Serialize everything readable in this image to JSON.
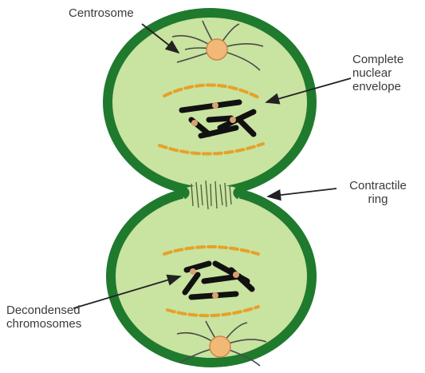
{
  "diagram": {
    "labels": {
      "centrosome": "Centrosome",
      "nuclear_envelope": [
        "Complete",
        "nuclear",
        "envelope"
      ],
      "contractile_ring": [
        "Contractile",
        "ring"
      ],
      "chromosomes": [
        "Decondensed",
        "chromosomes"
      ]
    }
  },
  "colors": {
    "cell_wall": "#1f7a2e",
    "cytoplasm": "#c9e3a0",
    "envelope_dashes": "#e6a12a",
    "chromosome": "#111111",
    "centromere": "#d9a070",
    "centrosome": "#f2b878",
    "arrow": "#222222"
  }
}
